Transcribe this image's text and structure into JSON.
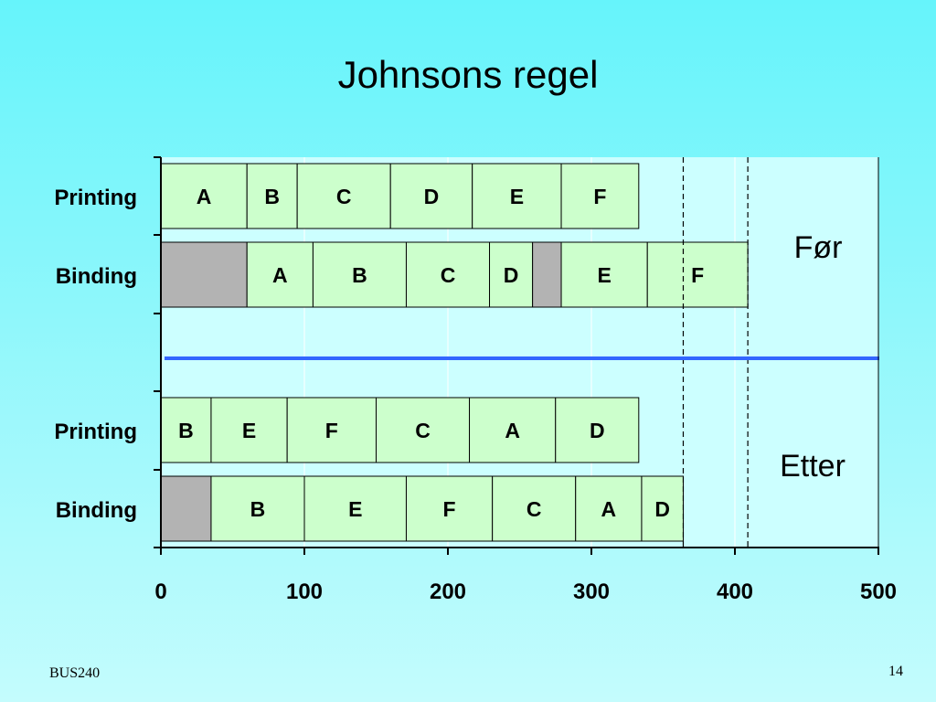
{
  "slide": {
    "title": "Johnsons regel",
    "footer_left": "BUS240",
    "page_number": "14"
  },
  "colors": {
    "task_fill": "#ccffcc",
    "idle_fill": "#b3b3b3",
    "plot_bg": "#ccffff",
    "divider": "#3366ff"
  },
  "chart_data": {
    "type": "bar",
    "orientation": "horizontal",
    "title": "Johnsons regel",
    "xlim": [
      0,
      500
    ],
    "x_ticks": [
      0,
      100,
      200,
      300,
      400,
      500
    ],
    "reference_lines": [
      364,
      409
    ],
    "rows": [
      {
        "label": "Printing",
        "segments": [
          {
            "label": "A",
            "start": 0,
            "end": 60,
            "idle": false
          },
          {
            "label": "B",
            "start": 60,
            "end": 95,
            "idle": false
          },
          {
            "label": "C",
            "start": 95,
            "end": 160,
            "idle": false
          },
          {
            "label": "D",
            "start": 160,
            "end": 217,
            "idle": false
          },
          {
            "label": "E",
            "start": 217,
            "end": 279,
            "idle": false
          },
          {
            "label": "F",
            "start": 279,
            "end": 333,
            "idle": false
          }
        ]
      },
      {
        "label": "Binding",
        "segments": [
          {
            "label": "",
            "start": 0,
            "end": 60,
            "idle": true
          },
          {
            "label": "A",
            "start": 60,
            "end": 106,
            "idle": false
          },
          {
            "label": "B",
            "start": 106,
            "end": 171,
            "idle": false
          },
          {
            "label": "C",
            "start": 171,
            "end": 229,
            "idle": false
          },
          {
            "label": "D",
            "start": 229,
            "end": 259,
            "idle": false
          },
          {
            "label": "",
            "start": 259,
            "end": 279,
            "idle": true
          },
          {
            "label": "E",
            "start": 279,
            "end": 339,
            "idle": false
          },
          {
            "label": "F",
            "start": 339,
            "end": 409,
            "idle": false
          }
        ]
      },
      {
        "label": "Printing",
        "segments": [
          {
            "label": "B",
            "start": 0,
            "end": 35,
            "idle": false
          },
          {
            "label": "E",
            "start": 35,
            "end": 88,
            "idle": false
          },
          {
            "label": "F",
            "start": 88,
            "end": 150,
            "idle": false
          },
          {
            "label": "C",
            "start": 150,
            "end": 215,
            "idle": false
          },
          {
            "label": "A",
            "start": 215,
            "end": 275,
            "idle": false
          },
          {
            "label": "D",
            "start": 275,
            "end": 333,
            "idle": false
          }
        ]
      },
      {
        "label": "Binding",
        "segments": [
          {
            "label": "",
            "start": 0,
            "end": 35,
            "idle": true
          },
          {
            "label": "B",
            "start": 35,
            "end": 100,
            "idle": false
          },
          {
            "label": "E",
            "start": 100,
            "end": 171,
            "idle": false
          },
          {
            "label": "F",
            "start": 171,
            "end": 231,
            "idle": false
          },
          {
            "label": "C",
            "start": 231,
            "end": 289,
            "idle": false
          },
          {
            "label": "A",
            "start": 289,
            "end": 335,
            "idle": false
          },
          {
            "label": "D",
            "start": 335,
            "end": 364,
            "idle": false
          }
        ]
      }
    ],
    "annotations": [
      "Før",
      "Etter"
    ]
  }
}
